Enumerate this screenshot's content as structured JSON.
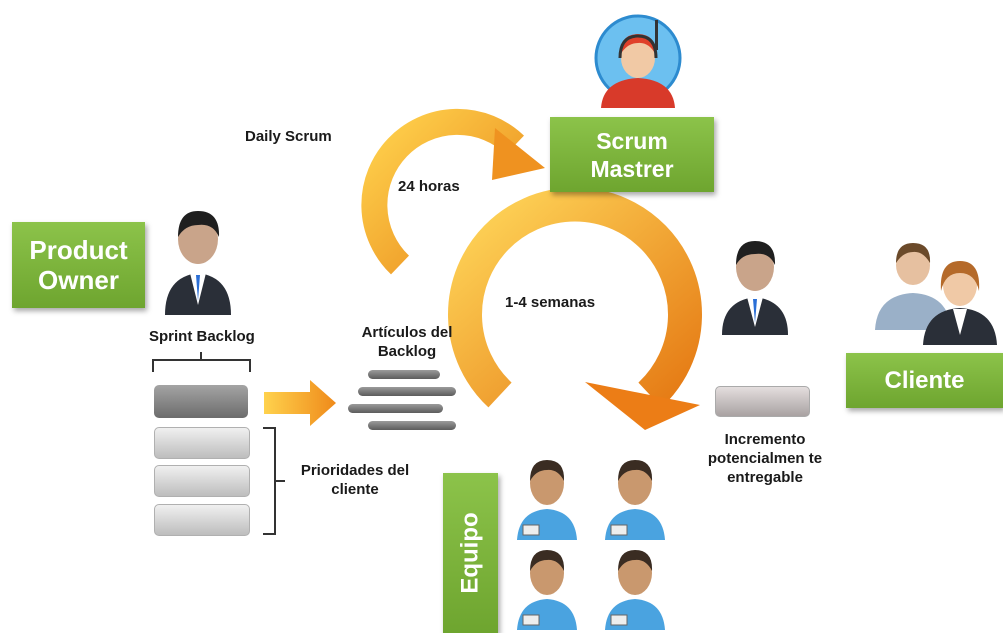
{
  "roles": {
    "product_owner": "Product Owner",
    "scrum_master": "Scrum Mastrer",
    "cliente": "Cliente",
    "equipo": "Equipo"
  },
  "labels": {
    "daily_scrum": "Daily Scrum",
    "horas": "24 horas",
    "semanas": "1-4 semanas",
    "sprint_backlog": "Sprint Backlog",
    "articulos": "Artículos del Backlog",
    "prioridades": "Prioridades del cliente",
    "incremento": "Incremento potencialmen te entregable"
  },
  "colors": {
    "green": "#7ab83b",
    "orange": "#f5a623",
    "dark_block": "#7a7a7a",
    "light_block": "#cfcfcf"
  },
  "icons": [
    "person-icon",
    "scrum-master-headset-icon",
    "client-couple-icon",
    "team-member-icon"
  ]
}
